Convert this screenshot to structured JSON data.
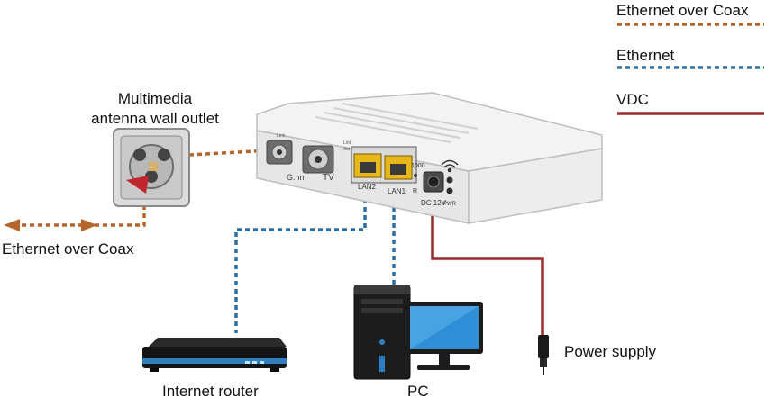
{
  "legend": {
    "items": [
      {
        "label": "Ethernet over Coax",
        "color": "#b5652a",
        "style": "dotted"
      },
      {
        "label": "Ethernet",
        "color": "#2d6fa3",
        "style": "dotted"
      },
      {
        "label": "VDC",
        "color": "#9b2b2b",
        "style": "solid"
      }
    ]
  },
  "labels": {
    "wall_outlet_line1": "Multimedia",
    "wall_outlet_line2": "antenna wall outlet",
    "ethernet_over_coax": "Ethernet over Coax",
    "internet_router": "Internet router",
    "pc": "PC",
    "power_supply": "Power supply"
  },
  "device": {
    "port_ghn": "G.hn",
    "port_tv": "TV",
    "lan2": "LAN2",
    "lan1": "LAN1",
    "link_act": "Link\nAct",
    "speed_1000": "1000",
    "reset": "R",
    "dc": "DC 12V",
    "pwr": "PWR",
    "link_small": "Link"
  },
  "colors": {
    "coax": "#b5652a",
    "ethernet": "#2d6fa3",
    "vdc": "#9b2b2b",
    "device_body": "#ececec",
    "lan_port": "#e8b81a"
  }
}
